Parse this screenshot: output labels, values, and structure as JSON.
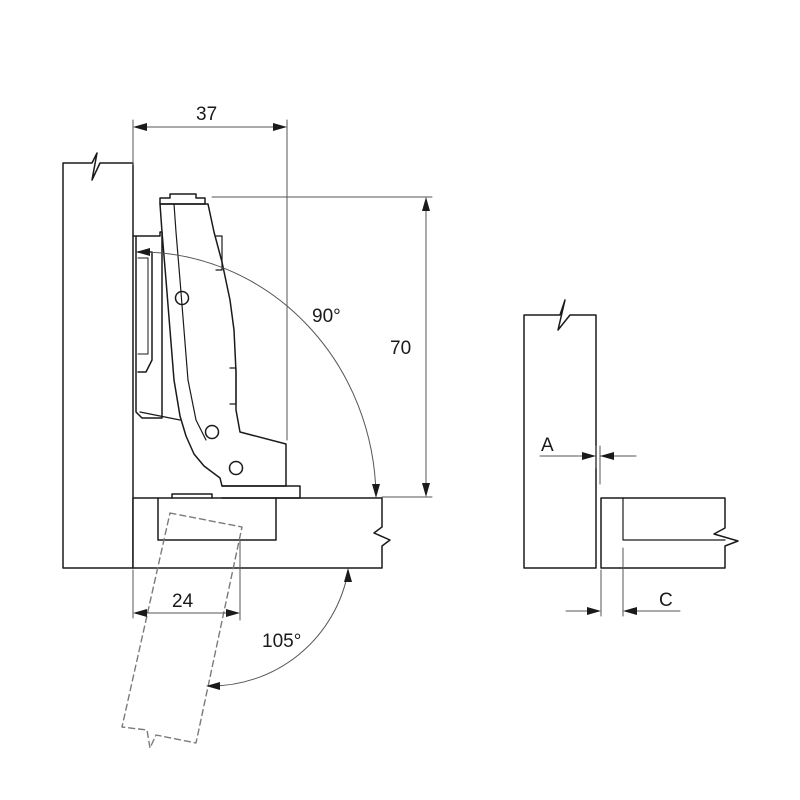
{
  "dimensions": {
    "depth_37": "37",
    "height_70": "70",
    "offset_24": "24",
    "opening_angle_90": "90°",
    "opening_angle_105": "105°",
    "label_a": "A",
    "label_c": "C"
  },
  "colors": {
    "line": "#1a1a1a",
    "thin_line": "#555555",
    "dashed": "#7a7a7a",
    "background": "#ffffff"
  }
}
